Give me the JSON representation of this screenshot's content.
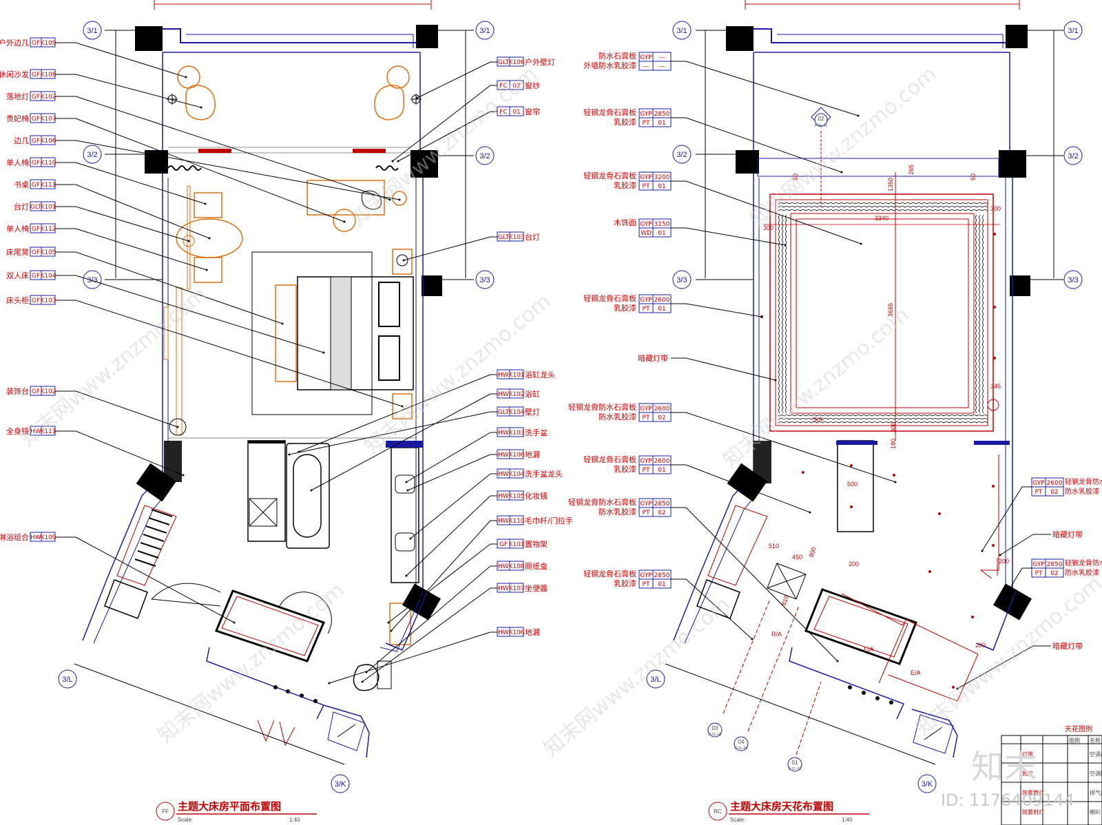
{
  "colors": {
    "wall": "#1a1aa0",
    "furniture": "#e07010",
    "label": "#d00000",
    "leader": "#000000",
    "grid": "#1a1aa0"
  },
  "plan": {
    "title": "主题大床房平面布置图",
    "code": "FF",
    "scale_label": "Scale:",
    "scale_value": "1:40",
    "labels_left": [
      {
        "text": "户外边几",
        "c1": "GF",
        "c2": "K109"
      },
      {
        "text": "休闲沙发",
        "c1": "GF",
        "c2": "K108"
      },
      {
        "text": "落地灯",
        "c1": "GF",
        "c2": "K102"
      },
      {
        "text": "贵妃椅",
        "c1": "GF",
        "c2": "K107"
      },
      {
        "text": "边几",
        "c1": "GF",
        "c2": "K106"
      },
      {
        "text": "单人椅",
        "c1": "GF",
        "c2": "K110"
      },
      {
        "text": "书桌",
        "c1": "GF",
        "c2": "K111"
      },
      {
        "text": "台灯",
        "c1": "GLT",
        "c2": "K101"
      },
      {
        "text": "单人椅",
        "c1": "GF",
        "c2": "K112"
      },
      {
        "text": "床尾凳",
        "c1": "GF",
        "c2": "K105"
      },
      {
        "text": "双人床",
        "c1": "GF",
        "c2": "K104"
      },
      {
        "text": "床头柜",
        "c1": "GF",
        "c2": "K103"
      },
      {
        "text": "装饰台",
        "c1": "GF",
        "c2": "K102"
      },
      {
        "text": "全身镜",
        "c1": "HW",
        "c2": "K111"
      },
      {
        "text": "淋浴组合",
        "c1": "HW",
        "c2": "K109"
      }
    ],
    "labels_right": [
      {
        "text": "户外壁灯",
        "c1": "GLT",
        "c2": "K106"
      },
      {
        "text": "窗纱",
        "c1": "FC",
        "c2": "02"
      },
      {
        "text": "窗帘",
        "c1": "FC",
        "c2": "01"
      },
      {
        "text": "台灯",
        "c1": "GLT",
        "c2": "K103"
      },
      {
        "text": "浴缸龙头",
        "c1": "HW",
        "c2": "K101"
      },
      {
        "text": "浴缸",
        "c1": "HW",
        "c2": "K102"
      },
      {
        "text": "壁灯",
        "c1": "GLT",
        "c2": "K104"
      },
      {
        "text": "洗手盆",
        "c1": "HW",
        "c2": "K103"
      },
      {
        "text": "地漏",
        "c1": "HW",
        "c2": "K106"
      },
      {
        "text": "洗手盆龙头",
        "c1": "HW",
        "c2": "K104"
      },
      {
        "text": "化妆镜",
        "c1": "HW",
        "c2": "K105"
      },
      {
        "text": "毛巾杆/门拉手",
        "c1": "HW",
        "c2": "K110"
      },
      {
        "text": "置物架",
        "c1": "GF",
        "c2": "K101"
      },
      {
        "text": "厕纸盒",
        "c1": "HW",
        "c2": "K108"
      },
      {
        "text": "坐便器",
        "c1": "HW",
        "c2": "K107"
      },
      {
        "text": "地漏",
        "c1": "HW",
        "c2": "K106"
      }
    ],
    "grid_labels": [
      "3/1",
      "3/2",
      "3/3",
      "3/L",
      "3/K"
    ]
  },
  "ceiling": {
    "title": "主题大床房天花布置图",
    "code": "RC",
    "scale_label": "Scale:",
    "scale_value": "1:40",
    "labels_left": [
      {
        "line1": "防水石膏板",
        "line2": "外墙防水乳胶漆",
        "c1": "GYP",
        "c2": "—",
        "c3": "—",
        "c4": "—"
      },
      {
        "line1": "轻钢龙骨石膏板",
        "line2": "乳胶漆",
        "c1": "GYP",
        "c2": "2850",
        "c3": "PT",
        "c4": "01"
      },
      {
        "line1": "轻钢龙骨石膏板",
        "line2": "乳胶漆",
        "c1": "GYP",
        "c2": "3200",
        "c3": "PT",
        "c4": "01"
      },
      {
        "line1": "木饰面",
        "line2": "",
        "c1": "GYP",
        "c2": "3150",
        "c3": "WD",
        "c4": "01"
      },
      {
        "line1": "轻钢龙骨石膏板",
        "line2": "乳胶漆",
        "c1": "GYP",
        "c2": "2600",
        "c3": "PT",
        "c4": "01"
      },
      {
        "line1": "暗藏灯带",
        "line2": "",
        "c1": "",
        "c2": "",
        "c3": "",
        "c4": ""
      },
      {
        "line1": "轻钢龙骨防水石膏板",
        "line2": "防水乳胶漆",
        "c1": "GYP",
        "c2": "2600",
        "c3": "PT",
        "c4": "02"
      },
      {
        "line1": "轻钢龙骨石膏板",
        "line2": "乳胶漆",
        "c1": "GYP",
        "c2": "2600",
        "c3": "PT",
        "c4": "01"
      },
      {
        "line1": "轻钢龙骨防水石膏板",
        "line2": "防水乳胶漆",
        "c1": "GYP",
        "c2": "2850",
        "c3": "PT",
        "c4": "02"
      },
      {
        "line1": "轻钢龙骨石膏板",
        "line2": "乳胶漆",
        "c1": "GYP",
        "c2": "2850",
        "c3": "PT",
        "c4": "01"
      }
    ],
    "labels_right": [
      {
        "line1": "轻钢龙骨防水石",
        "line2": "防水乳胶漆",
        "c1": "GYP",
        "c2": "2600",
        "c3": "PT",
        "c4": "02"
      },
      {
        "line1": "暗藏灯带",
        "line2": "",
        "c1": "",
        "c2": "",
        "c3": "",
        "c4": ""
      },
      {
        "line1": "轻钢龙骨防水石",
        "line2": "防水乳胶漆",
        "c1": "GYP",
        "c2": "2850",
        "c3": "PT",
        "c4": "02"
      },
      {
        "line1": "暗藏灯带",
        "line2": "",
        "c1": "",
        "c2": "",
        "c3": "",
        "c4": ""
      }
    ],
    "dims": {
      "width": "3340",
      "height": "3665",
      "d300a": "300",
      "d300b": "300",
      "d345": "345",
      "d265": "265",
      "d1350": "1350",
      "d50a": "50",
      "d50b": "50",
      "d500": "500",
      "d510": "510",
      "d450": "450",
      "d900": "900",
      "d810": "810",
      "d180": "180",
      "d300c": "300",
      "d200a": "200",
      "d200b": "200",
      "d200c": "200"
    },
    "section_marks": [
      {
        "n": "02",
        "s": "P-CL-01"
      },
      {
        "n": "03",
        "s": "P-CL-01"
      },
      {
        "n": "04",
        "s": "P-CL-01"
      },
      {
        "n": "01",
        "s": "P-CL-01"
      }
    ],
    "legend_title": "天花图例",
    "legend_heads": [
      "图例",
      "名称"
    ],
    "legend_rows": [
      "空调出风",
      "空调回风",
      "排气扇",
      "喇叭"
    ],
    "legend_rows_left": [
      "灯带",
      "筒灯",
      "防雾筒灯",
      "防雾射灯"
    ],
    "ea_label": "E/A",
    "sa_label": "S/A",
    "ra_label": "R/A"
  },
  "watermark": {
    "text": "知末网www.znzmo.com",
    "logo": "知末",
    "id": "ID: 1176409144"
  }
}
